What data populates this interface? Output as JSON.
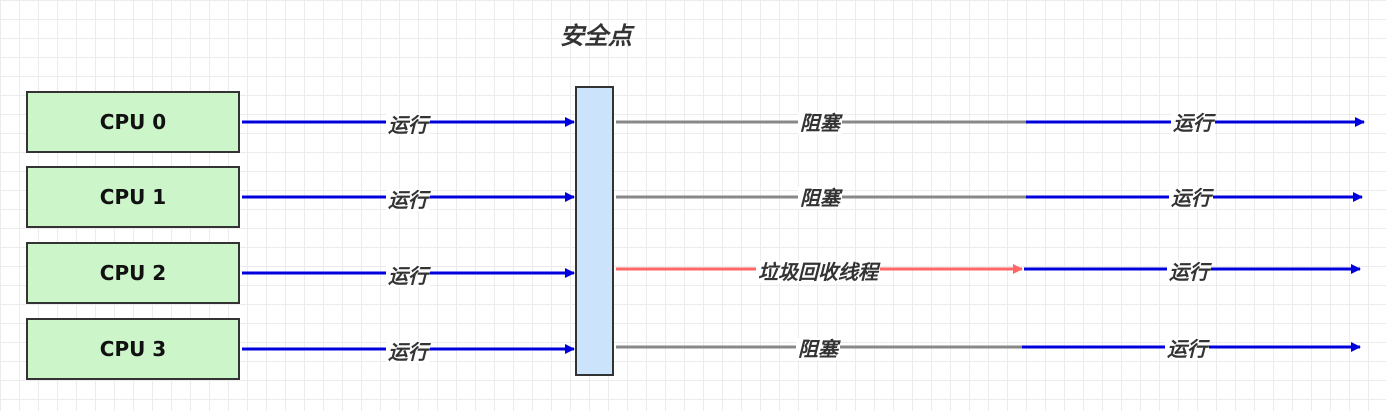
{
  "title": "安全点",
  "cpus": [
    {
      "label": "CPU 0",
      "before": "运行",
      "during": "阻塞",
      "after": "运行"
    },
    {
      "label": "CPU 1",
      "before": "运行",
      "during": "阻塞",
      "after": "运行"
    },
    {
      "label": "CPU 2",
      "before": "运行",
      "during": "垃圾回收线程",
      "after": "运行"
    },
    {
      "label": "CPU 3",
      "before": "运行",
      "during": "阻塞",
      "after": "运行"
    }
  ],
  "colors": {
    "cpu_box": "#ccf5c9",
    "safepoint_bar": "#cce4fb",
    "run_line": "#0000dd",
    "blocked_line": "#888888",
    "gc_line": "#ff6666"
  }
}
